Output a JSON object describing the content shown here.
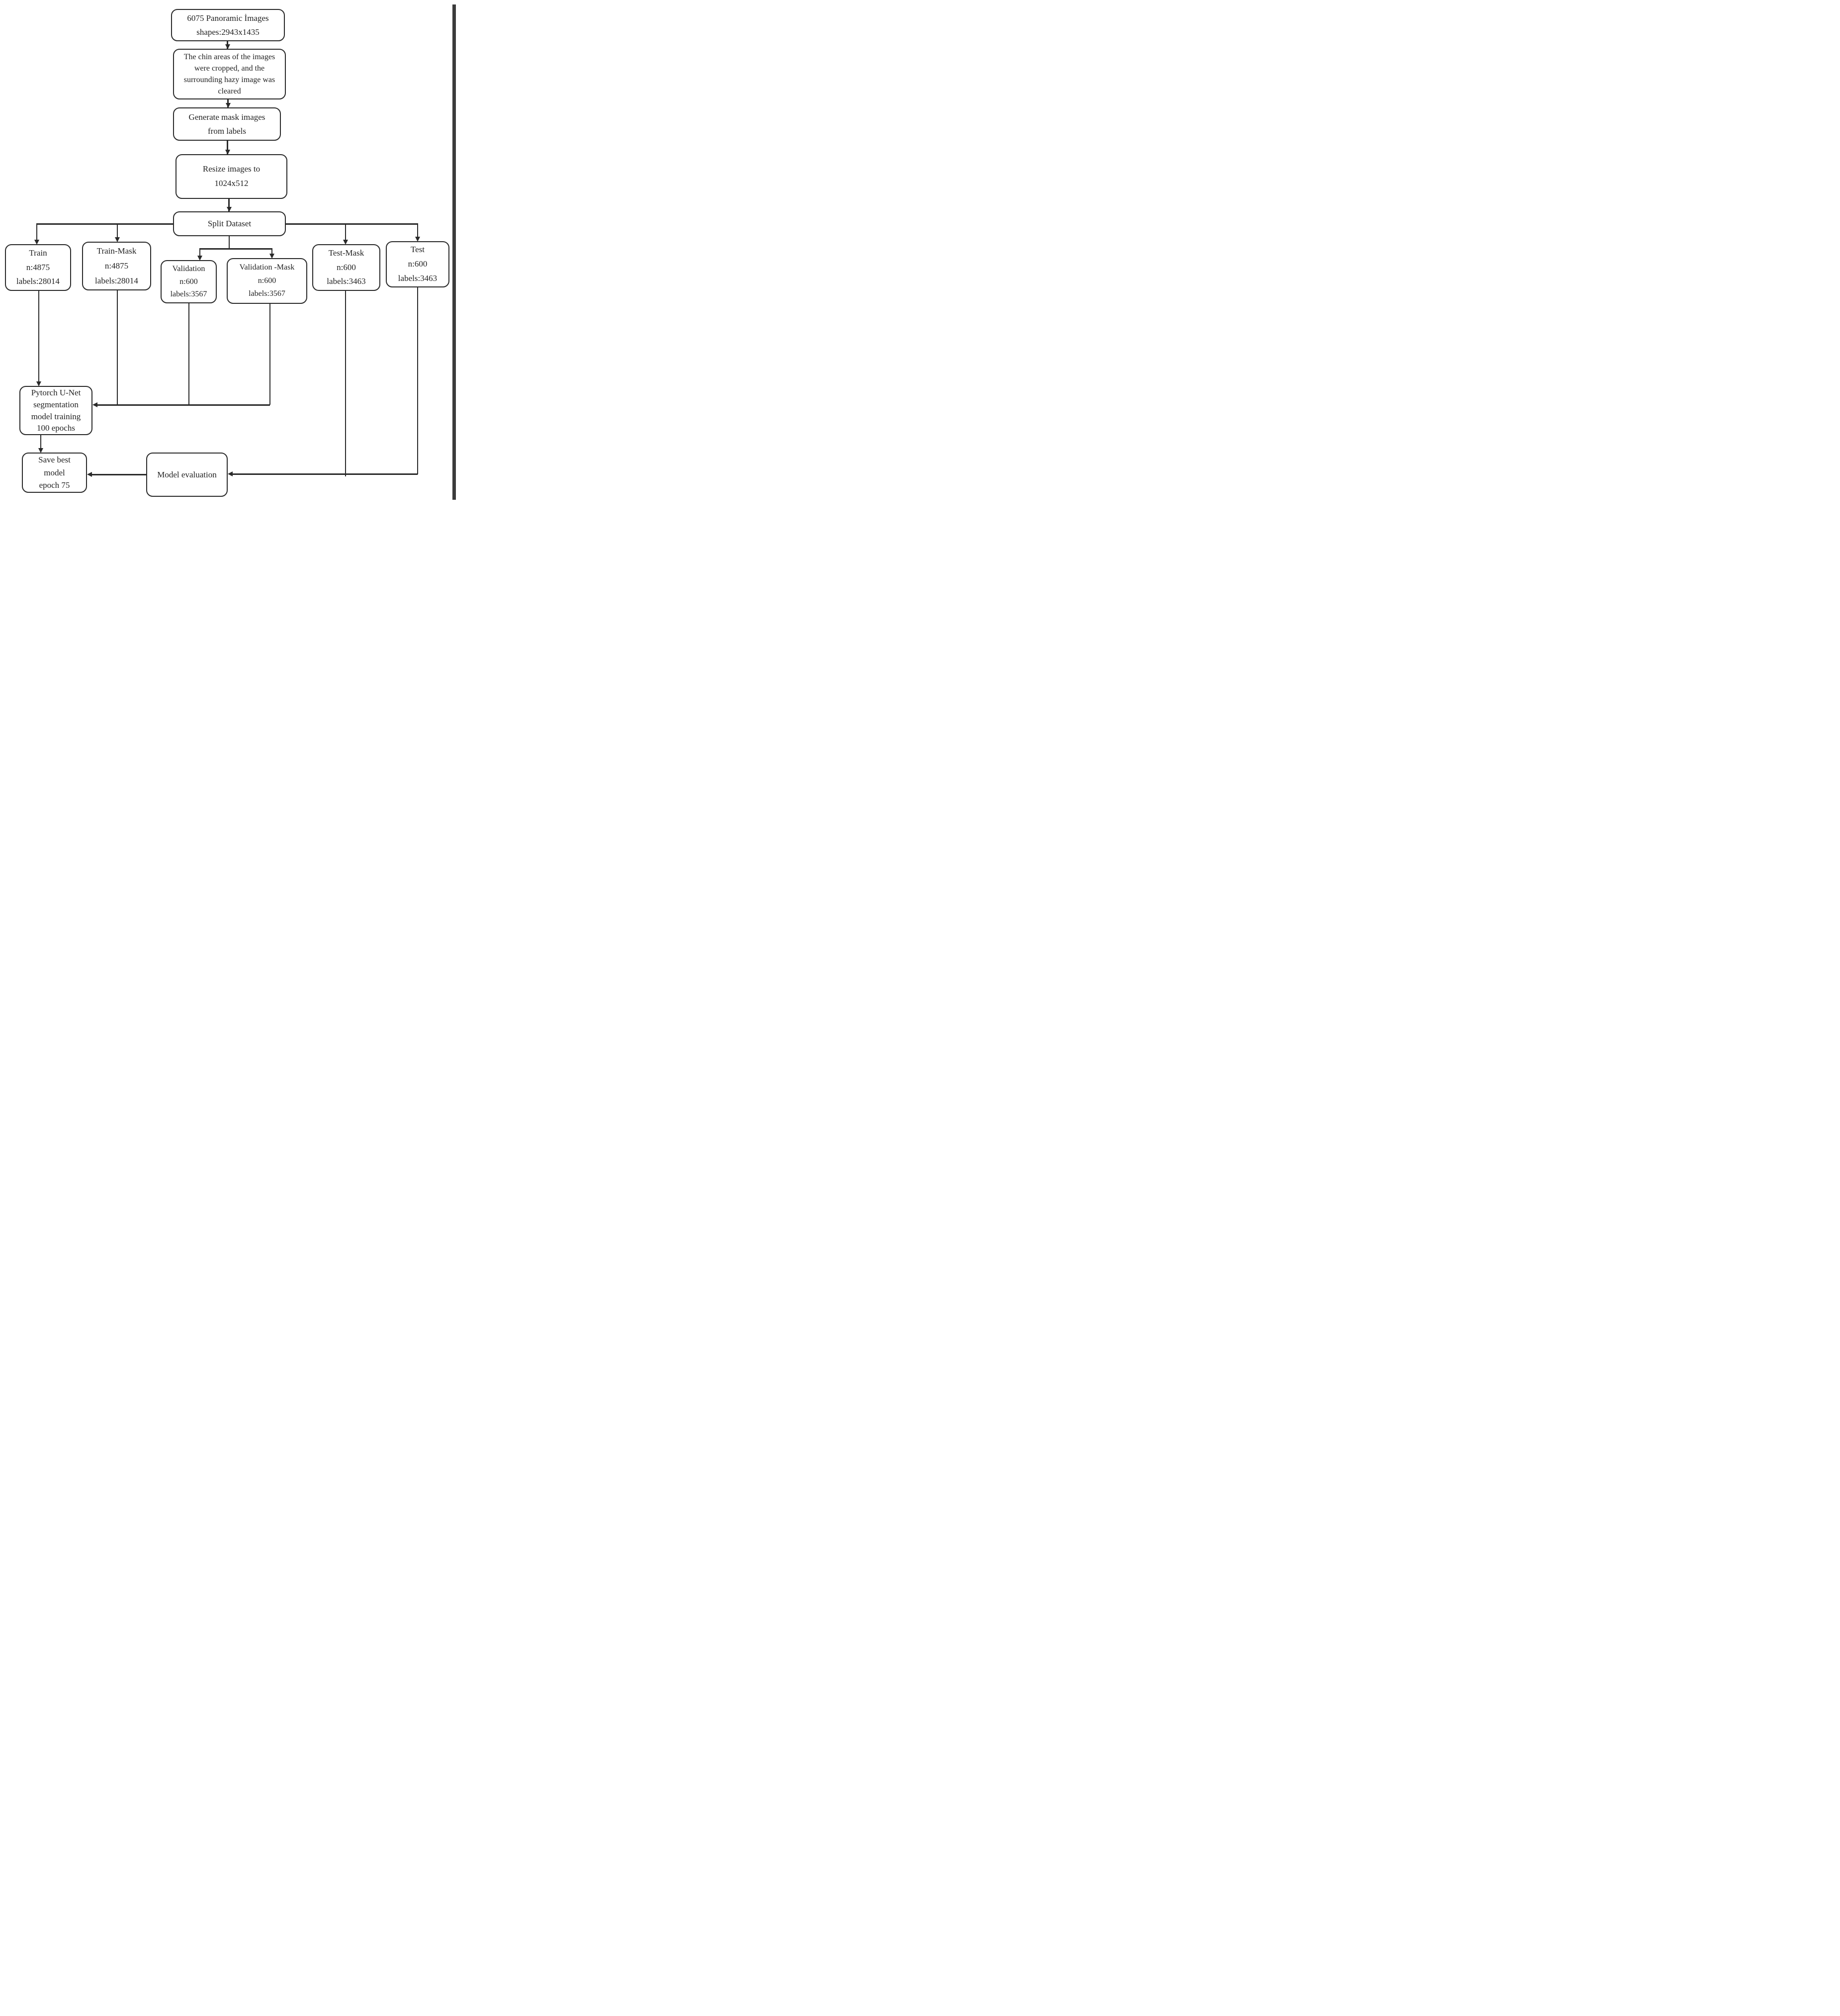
{
  "flowchart": {
    "colors": {
      "stroke": "#2a2a2a",
      "text": "#222222",
      "background": "#ffffff",
      "scrollbar": "#3b3b3b"
    },
    "nodes": {
      "panoramic": {
        "lines": [
          "6075 Panoramic İmages",
          "shapes:2943x1435"
        ]
      },
      "chin": {
        "lines": [
          "The chin areas of the images",
          "were cropped, and the",
          "surrounding hazy image was",
          "cleared"
        ]
      },
      "generate_mask": {
        "lines": [
          "Generate mask images",
          "from labels"
        ]
      },
      "resize": {
        "lines": [
          "Resize images to",
          "1024x512"
        ]
      },
      "split": {
        "lines": [
          "Split Dataset"
        ]
      },
      "train": {
        "lines": [
          "Train",
          "n:4875",
          "labels:28014"
        ]
      },
      "train_mask": {
        "lines": [
          "Train-Mask",
          "n:4875",
          "labels:28014"
        ]
      },
      "validation": {
        "lines": [
          "Validation",
          "n:600",
          "labels:3567"
        ]
      },
      "validation_mask": {
        "lines": [
          "Validation -Mask",
          "n:600",
          "labels:3567"
        ]
      },
      "test_mask": {
        "lines": [
          "Test-Mask",
          "n:600",
          "labels:3463"
        ]
      },
      "test": {
        "lines": [
          "Test",
          "n:600",
          "labels:3463"
        ]
      },
      "pytorch": {
        "lines": [
          "Pytorch U-Net",
          "segmentation",
          "model training",
          "100 epochs"
        ]
      },
      "save_best": {
        "lines": [
          "Save best",
          "model",
          "epoch 75"
        ]
      },
      "model_eval": {
        "lines": [
          "Model evaluation"
        ]
      }
    }
  }
}
